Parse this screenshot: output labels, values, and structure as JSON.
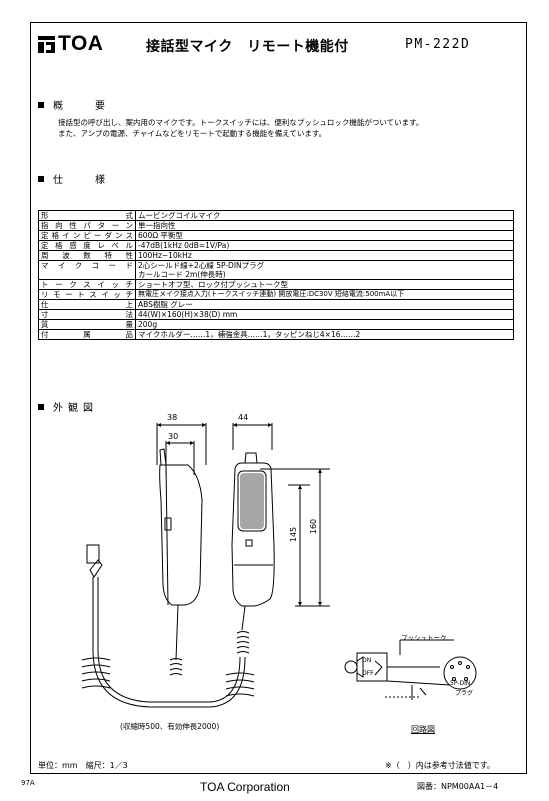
{
  "header": {
    "brand": "TOA",
    "title": "接話型マイク　リモート機能付",
    "model": "PM-222D"
  },
  "overview": {
    "heading": "概　要",
    "lines": [
      "接話型の呼び出し、案内用のマイクです。トークスイッチには、便利なプッシュロック機能がついています。",
      "また、アンプの電源、チャイムなどをリモートで起動する機能を備えています。"
    ]
  },
  "spec": {
    "heading": "仕　様",
    "rows": [
      {
        "key": "形式",
        "value": "ムービングコイルマイク"
      },
      {
        "key": "指向性パターン",
        "value": "単一指向性"
      },
      {
        "key": "定格インピーダンス",
        "value": "600Ω 平衡型"
      },
      {
        "key": "定格感度レベル",
        "value": "-47dB(1kHz 0dB=1V/Pa)"
      },
      {
        "key": "周波数特性",
        "value": "100Hz~10kHz"
      },
      {
        "key": "マイクコード",
        "value": "2心シールド線+2心線 5P-DINプラグ",
        "value2": "カールコード 2m(伸長時)"
      },
      {
        "key": "トークスイッチ",
        "value": "ショートオフ型、ロック付プッシュトーク型"
      },
      {
        "key": "リモートスイッチ",
        "value": "無電圧メイク接点入力(トークスイッチ連動) 開放電圧:DC30V 短絡電流:500mA以下"
      },
      {
        "key": "仕上",
        "value": "ABS樹脂 グレー"
      },
      {
        "key": "寸法",
        "value": "44(W)×160(H)×38(D) mm"
      },
      {
        "key": "質量",
        "value": "200g"
      },
      {
        "key": "付属品",
        "value": "マイクホルダー……1，補強金具……1，タッピンねじ4×16……2"
      }
    ]
  },
  "figure": {
    "heading": "外観図",
    "dim_38": "38",
    "dim_30": "30",
    "dim_44": "44",
    "dim_145": "145",
    "dim_160": "160",
    "cord_note": "(収縮時500、有効伸長2000)",
    "push_talk": "プッシュトーク",
    "on": "ON",
    "off": "OFF",
    "din_label": "5P-DIN",
    "plug_label": "プラグ",
    "circuit_label": "回路図"
  },
  "footer": {
    "unit": "単位：mm　縮尺：1／3",
    "note": "※（　）内は参考寸法値です。",
    "year": "97A",
    "company": "TOA Corporation",
    "drawing_no": "図番：NPM00AA1－4"
  }
}
